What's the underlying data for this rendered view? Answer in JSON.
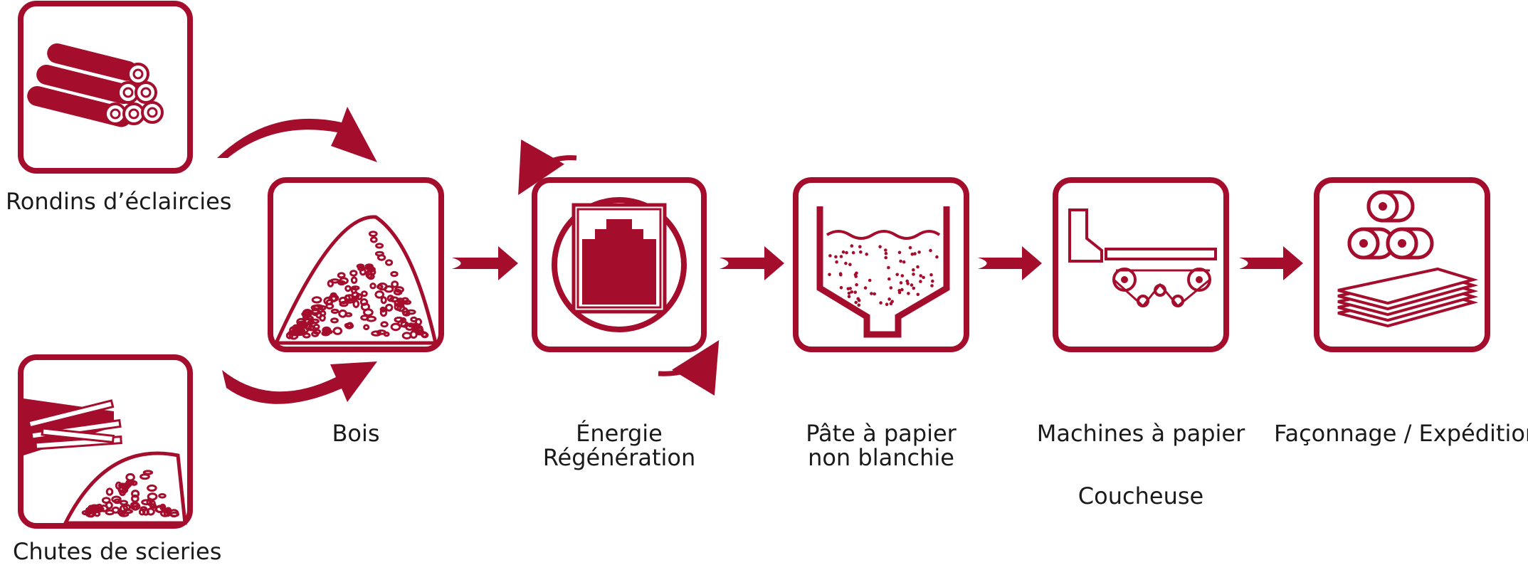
{
  "colors": {
    "accent": "#a50d2d",
    "background": "#ffffff",
    "text": "#1a1a1a"
  },
  "sources": [
    {
      "icon": "logs-icon",
      "label": "Rondins d’éclaircies"
    },
    {
      "icon": "sawmill-offcuts-icon",
      "label": "Chutes de scieries"
    }
  ],
  "steps": [
    {
      "icon": "wood-chips-icon",
      "label_lines": [
        "Bois"
      ]
    },
    {
      "icon": "recovery-boiler-icon",
      "label_lines": [
        "Énergie",
        "Régénération"
      ]
    },
    {
      "icon": "pulp-tank-icon",
      "label_lines": [
        "Pâte à papier",
        "non blanchie"
      ]
    },
    {
      "icon": "paper-machine-icon",
      "label_lines": [
        "Machines à papier"
      ],
      "sub_label": "Coucheuse"
    },
    {
      "icon": "paper-rolls-sheets-icon",
      "label_lines": [
        "Façonnage / Expédition"
      ]
    }
  ]
}
